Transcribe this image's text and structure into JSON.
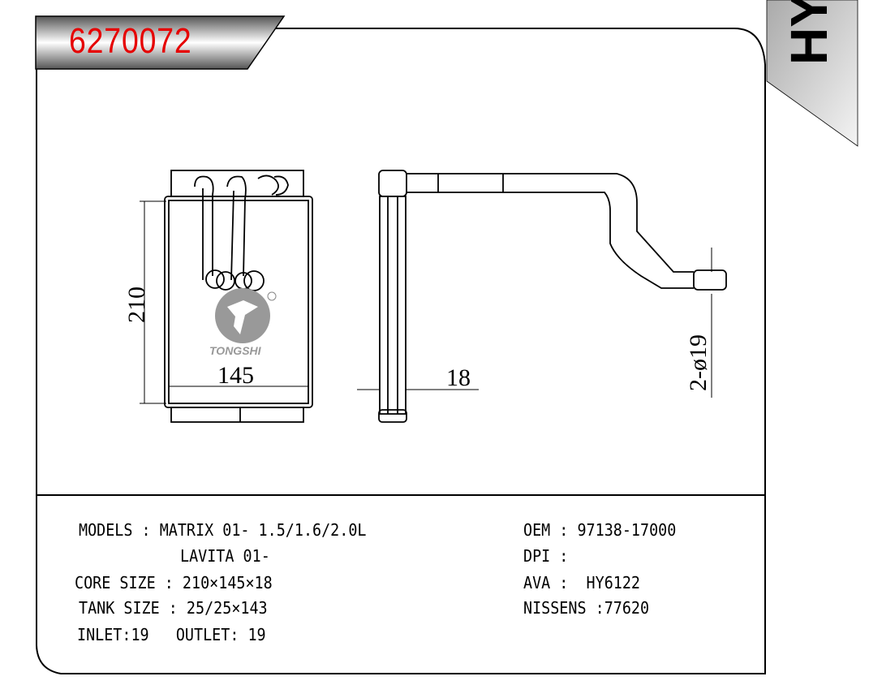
{
  "header": {
    "part_number": "6270072",
    "brand_tab": "HY"
  },
  "drawing": {
    "dim_height": "210",
    "dim_width": "145",
    "dim_thickness": "18",
    "dim_pipe": "2-ø19",
    "logo_text": "TONGSHI",
    "accent_color": "#e60000"
  },
  "specs": {
    "models": "MODELS : MATRIX 01- 1.5/1.6/2.0L",
    "models_2": "LAVITA 01-",
    "core_size": "CORE SIZE : 210×145×18",
    "tank_size": "TANK SIZE : 25/25×143",
    "inlet_outlet": "INLET:19   OUTLET: 19",
    "oem": "OEM : 97138-17000",
    "dpi": "DPI :",
    "ava": "AVA :  HY6122",
    "nissens": "NISSENS :77620"
  }
}
